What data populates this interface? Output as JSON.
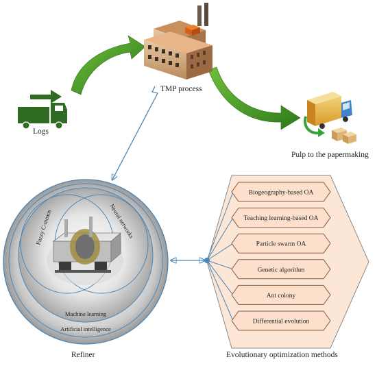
{
  "labels": {
    "logs": "Logs",
    "tmp_process": "TMP process",
    "pulp": "Pulp to the papermaking",
    "refiner": "Refiner",
    "evolutionary": "Evolutionary optimization methods"
  },
  "refiner_rings": {
    "fuzzy": "Fuzzy C-means",
    "neural": "Neural networks",
    "machine_learning": "Machine learning",
    "artificial_intelligence": "Artificial intelligence"
  },
  "methods": [
    "Biogeography-based OA",
    "Teaching learning-based OA",
    "Particle swarm OA",
    "Genetic algorithm",
    "Ant colony",
    "Differential evolution"
  ],
  "colors": {
    "green_arrow": "#4e9a2c",
    "blue_line": "#4a86b8",
    "hex_fill": "#fce0cc",
    "hex_stroke": "#8a5a3c"
  }
}
